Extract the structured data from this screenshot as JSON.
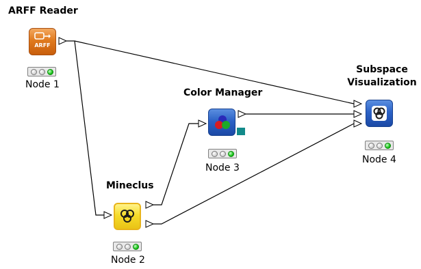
{
  "nodes": {
    "arff": {
      "title": "ARFF Reader",
      "label": "Node 1",
      "icon_text": "ARFF"
    },
    "mineclus": {
      "title": "Mineclus",
      "label": "Node 2"
    },
    "color": {
      "title": "Color Manager",
      "label": "Node 3"
    },
    "subspace": {
      "title_line1": "Subspace",
      "title_line2": "Visualization",
      "label": "Node 4"
    }
  },
  "colors": {
    "orange": "#e07a1e",
    "blue": "#2c62c6",
    "yellow": "#f6dc2a",
    "status_green": "#19c419",
    "teal": "#128a8a"
  }
}
